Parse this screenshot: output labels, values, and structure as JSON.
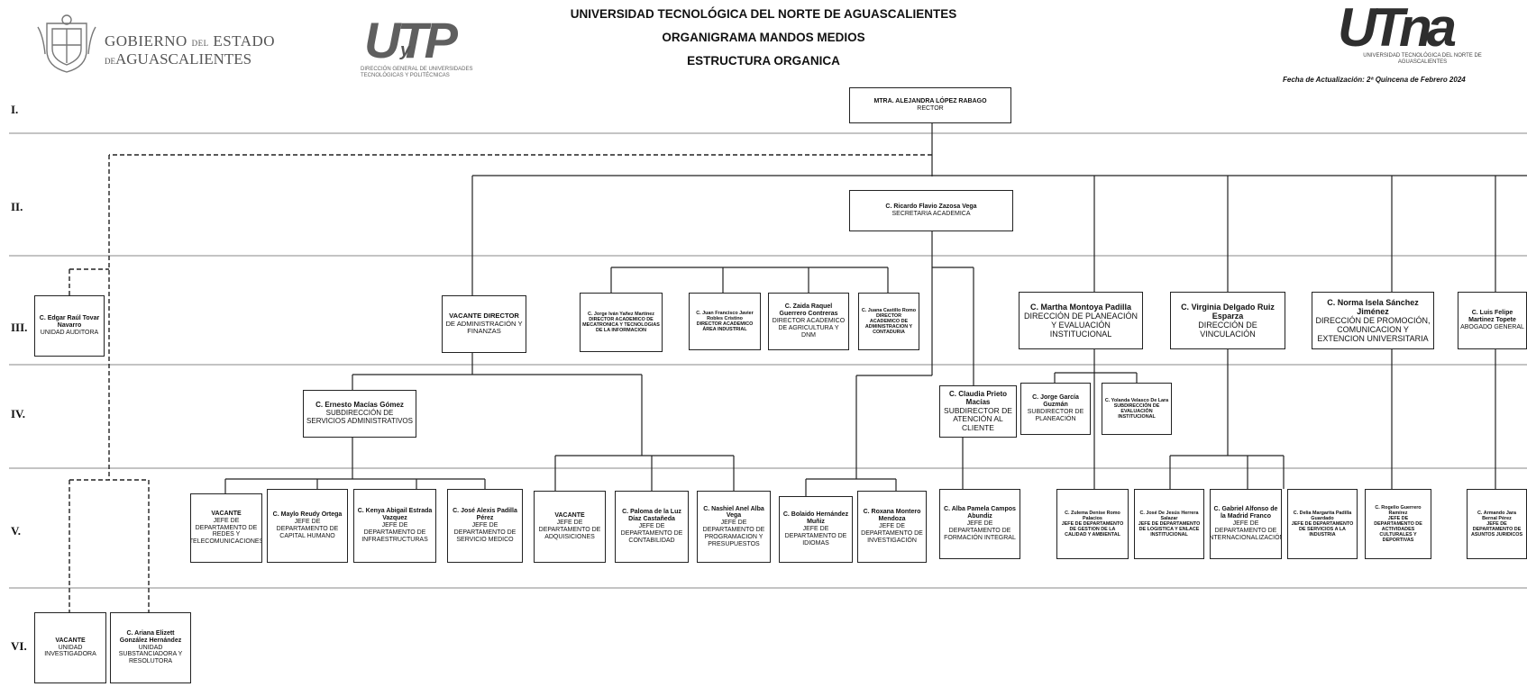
{
  "header": {
    "title_line1": "UNIVERSIDAD TECNOLÓGICA DEL NORTE DE AGUASCALIENTES",
    "title_line2": "ORGANIGRAMA  MANDOS MEDIOS",
    "title_line3": "ESTRUCTURA ORGANICA",
    "fecha": "Fecha de Actualización: 2ª Quincena de Febrero 2024",
    "gobierno_line1": "GOBIERNO",
    "gobierno_del": "DEL",
    "gobierno_estado": "ESTADO",
    "gobierno_line2": "AGUASCALIENTES",
    "gobierno_de": "DE",
    "utp_logo": "UTP",
    "utp_small": "y",
    "utp_sub": "DIRECCIÓN GENERAL DE UNIVERSIDADES TECNOLÓGICAS Y POLITÉCNICAS",
    "utna_logo": "UTna",
    "utna_sub": "UNIVERSIDAD TECNOLÓGICA DEL NORTE DE AGUASCALIENTES"
  },
  "levels": [
    "I.",
    "II.",
    "III.",
    "IV.",
    "V.",
    "VI."
  ],
  "colors": {
    "line": "#222222",
    "separator": "#8a8a8a",
    "box_border": "#222222"
  },
  "nodes": {
    "rector": {
      "name": "MTRA. ALEJANDRA LÓPEZ RABAGO",
      "role": "RECTOR"
    },
    "sec_academica": {
      "name": "C. Ricardo Flavio Zazosa Vega",
      "role": "SECRETARIA ACADEMICA"
    },
    "unidad_auditora": {
      "name": "C. Edgar Raúl Tovar Navarro",
      "role": "UNIDAD AUDITORA"
    },
    "dir_admin": {
      "name": "VACANTE DIRECTOR",
      "role": "DE ADMINISTRACIÓN Y FINANZAS"
    },
    "dir_meca": {
      "name": "C. Jorge Iván Yañez Martínez",
      "role": "DIRECTOR ACADEMICO DE MECATRONICA Y TECNOLOGIAS DE LA INFORMACION"
    },
    "dir_industrial": {
      "name": "C. Juan Francisco Javier Robles Cristino",
      "role": "DIRECTOR ACADEMICO ÁREA INDUSTRIAL"
    },
    "dir_agri": {
      "name": "C. Zaida Raquel Guerrero Contreras",
      "role": "DIRECTOR ACADEMICO DE AGRICULTURA Y DNM"
    },
    "dir_conta": {
      "name": "C. Juana Castillo Romo",
      "role": "DIRECTOR ACADEMICO DE ADMINISTRACION Y CONTADURIA"
    },
    "dir_planeacion": {
      "name": "C. Martha Montoya Padilla",
      "role": "DIRECCIÓN DE PLANEACIÓN Y EVALUACIÓN INSTITUCIONAL"
    },
    "dir_vinculacion": {
      "name": "C. Virginia Delgado Ruiz Esparza",
      "role": "DIRECCIÓN DE VINCULACIÓN"
    },
    "dir_promocion": {
      "name": "C. Norma Isela Sánchez Jiménez",
      "role": "DIRECCIÓN DE PROMOCIÓN, COMUNICACION Y EXTENCION UNIVERSITARIA"
    },
    "abogado": {
      "name": "C. Luis Felipe Martinez Topete",
      "role": "ABOGADO GENERAL"
    },
    "sub_servicios": {
      "name": "C. Ernesto Macías Gómez",
      "role": "SUBDIRECCIÓN DE SERVICIOS ADMINISTRATIVOS"
    },
    "sub_atencion": {
      "name": "C. Claudia Prieto Macías",
      "role": "SUBDIRECTOR DE ATENCIÓN AL CLIENTE"
    },
    "sub_planeacion": {
      "name": "C. Jorge García Guzmán",
      "role": "SUBDIRECTOR DE PLANEACIÓN"
    },
    "sub_evaluacion": {
      "name": "C. Yolanda Velasco De Lara",
      "role": "SUBDIRECCIÓN DE EVALUACIÓN INSTITUCIONAL"
    },
    "jd_redes": {
      "name": "VACANTE",
      "role": "JEFE DE DEPARTAMENTO DE REDES Y TELECOMUNICACIONES"
    },
    "jd_capital": {
      "name": "C. Maylo Reudy Ortega",
      "role": "JEFE DE DEPARTAMENTO DE CAPITAL HUMANO"
    },
    "jd_infra": {
      "name": "C. Kenya Abigail Estrada Vazquez",
      "role": "JEFE DE DEPARTAMENTO DE INFRAESTRUCTURAS"
    },
    "jd_medico": {
      "name": "C. José Alexis Padilla Pérez",
      "role": "JEFE DE DEPARTAMENTO DE SERVICIO MEDICO"
    },
    "jd_adquisiciones": {
      "name": "VACANTE",
      "role": "JEFE DE DEPARTAMENTO DE ADQUISICIONES"
    },
    "jd_contabilidad": {
      "name": "C. Paloma de la Luz Díaz Castañeda",
      "role": "JEFE DE DEPARTAMENTO DE CONTABILIDAD"
    },
    "jd_programacion": {
      "name": "C. Nashiel Anel Alba Vega",
      "role": "JEFE DE DEPARTAMENTO DE PROGRAMACION Y PRESUPUESTOS"
    },
    "jd_idiomas": {
      "name": "C. Bolaido Hernández Muñiz",
      "role": "JEFE DE DEPARTAMENTO DE IDIOMAS"
    },
    "jd_investigacion": {
      "name": "C. Roxana Montero Mendoza",
      "role": "JEFE DE DEPARTAMENTO DE INVESTIGACIÓN"
    },
    "jd_formacion": {
      "name": "C. Alba Pamela Campos Abundiz",
      "role": "JEFE DE DEPARTAMENTO DE FORMACIÓN INTEGRAL"
    },
    "jd_calidad": {
      "name": "C. Zulema Denise Romo Palacios",
      "role": "JEFE DE DEPARTAMENTO DE GESTION DE LA CALIDAD Y AMBIENTAL"
    },
    "jd_logistica": {
      "name": "C. José De Jesús Herrera Salazar",
      "role": "JEFE DE DEPARTAMENTO DE LOGISTICA Y ENLACE INSTITUCIONAL"
    },
    "jd_internacional": {
      "name": "C. Gabriel Alfonso de la Madrid Franco",
      "role": "JEFE DE DEPARTAMENTO DE INTERNACIONALIZACIÓN"
    },
    "jd_industria": {
      "name": "C. Delia Margarita Padilla Guardado",
      "role": "JEFE DE DEPARTAMENTO DE SERVICIOS A LA INDUSTRIA"
    },
    "jd_actividades": {
      "name": "C. Rogelio Guerrero Ramírez",
      "role": "JEFE DE DEPARTAMENTO DE ACTIVIDADES CULTURALES Y DEPORTIVAS"
    },
    "jd_juridicos": {
      "name": "C. Armando Jara Bernal Pérez",
      "role": "JEFE DE DEPARTAMENTO DE ASUNTOS JURIDICOS"
    },
    "unidad_investigadora": {
      "name": "VACANTE",
      "role": "UNIDAD INVESTIGADORA"
    },
    "unidad_substanciadora": {
      "name": "C. Ariana Elizett González Hernández",
      "role": "UNIDAD SUBSTANCIADORA Y RESOLUTORA"
    }
  }
}
